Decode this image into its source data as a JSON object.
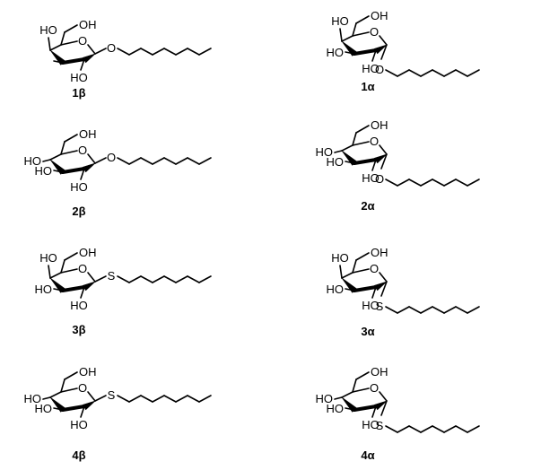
{
  "compounds": [
    {
      "id": "1β",
      "anomer": "beta",
      "linker": "O",
      "sugar": "galacto",
      "ring_o": "O",
      "ring_labels": {
        "c4": "HO",
        "c6": "OH",
        "c2": "HO",
        "c3": ""
      }
    },
    {
      "id": "1α",
      "anomer": "alpha",
      "linker": "O",
      "sugar": "galacto",
      "ring_o": "O",
      "ring_labels": {
        "c4": "HO",
        "c6": "OH",
        "c2": "HO",
        "c3": "HO"
      }
    },
    {
      "id": "2β",
      "anomer": "beta",
      "linker": "O",
      "sugar": "gluco",
      "ring_o": "O",
      "ring_labels": {
        "c4": "HO",
        "c6": "OH",
        "c2": "HO",
        "c3": "HO"
      }
    },
    {
      "id": "2α",
      "anomer": "alpha",
      "linker": "O",
      "sugar": "gluco",
      "ring_o": "O",
      "ring_labels": {
        "c4": "HO",
        "c6": "OH",
        "c2": "HO",
        "c3": "HO"
      }
    },
    {
      "id": "3β",
      "anomer": "beta",
      "linker": "S",
      "sugar": "galacto",
      "ring_o": "O",
      "ring_labels": {
        "c4": "HO",
        "c6": "OH",
        "c2": "HO",
        "c3": "HO"
      }
    },
    {
      "id": "3α",
      "anomer": "alpha",
      "linker": "S",
      "sugar": "galacto",
      "ring_o": "O",
      "ring_labels": {
        "c4": "HO",
        "c6": "OH",
        "c2": "HO",
        "c3": "HO"
      }
    },
    {
      "id": "4β",
      "anomer": "beta",
      "linker": "S",
      "sugar": "gluco",
      "ring_o": "O",
      "ring_labels": {
        "c4": "HO",
        "c6": "OH",
        "c2": "HO",
        "c3": "HO"
      }
    },
    {
      "id": "4α",
      "anomer": "alpha",
      "linker": "S",
      "sugar": "gluco",
      "ring_o": "O",
      "ring_labels": {
        "c4": "HO",
        "c6": "OH",
        "c2": "HO",
        "c3": "HO"
      }
    }
  ]
}
